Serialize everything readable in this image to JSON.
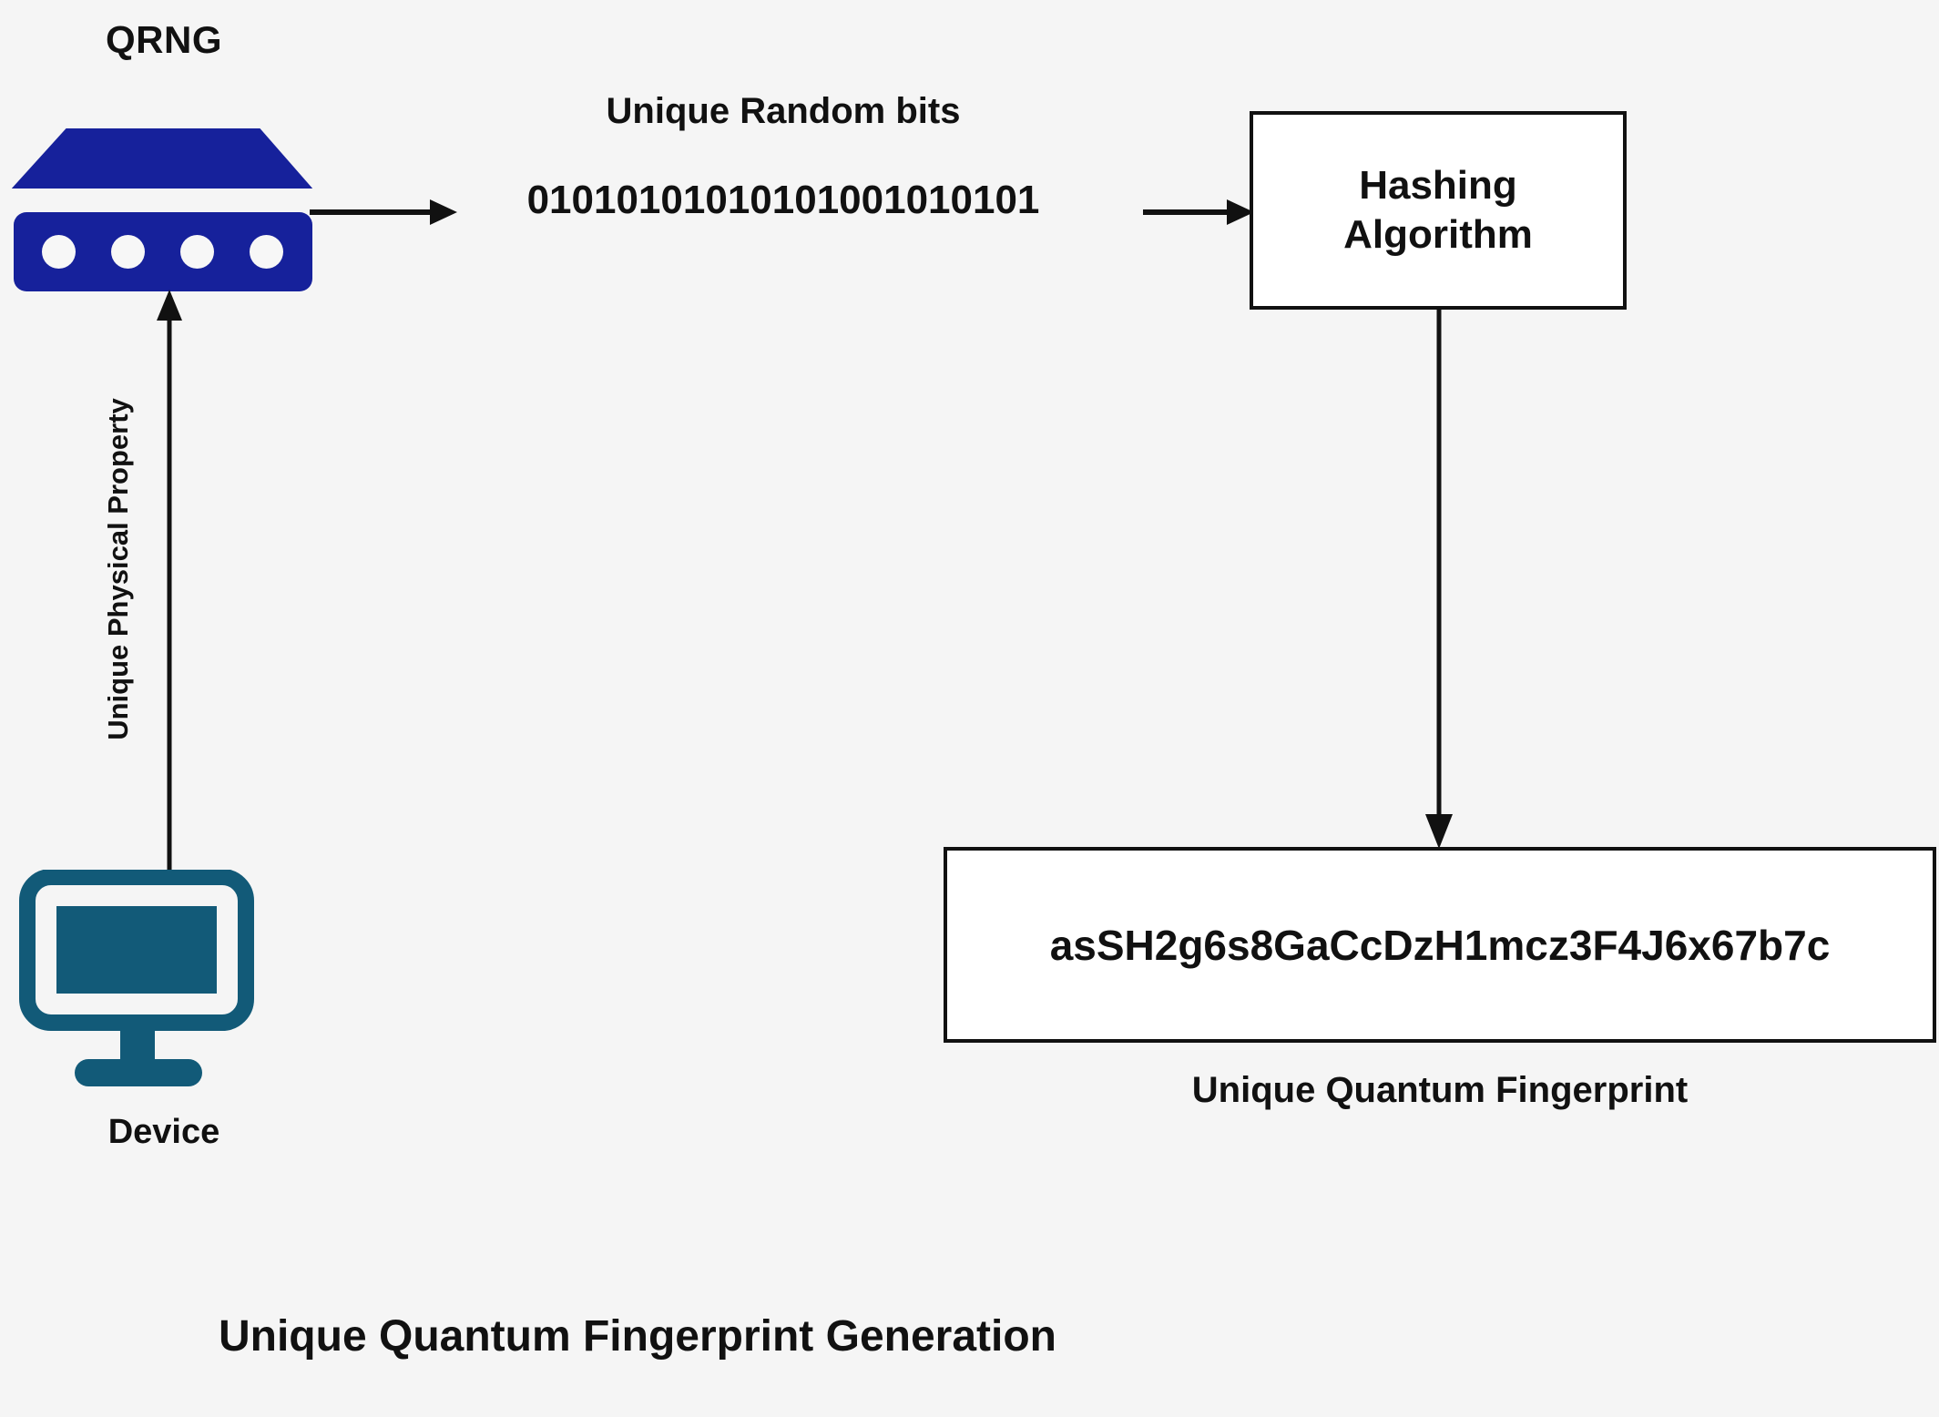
{
  "figure": {
    "title": "Unique Quantum Fingerprint Generation",
    "background_color": "#f5f5f5",
    "line_color": "#111111",
    "qrng_color": "#16219b",
    "device_color": "#125a78"
  },
  "qrng": {
    "label": "QRNG",
    "dot_count": 4,
    "top_shape": "trapezoid"
  },
  "device": {
    "label": "Device",
    "icon": "monitor-icon"
  },
  "edges": {
    "device_to_qrng_label": "Unique Physical Property",
    "qrng_to_bits": "arrow-right",
    "bits_to_hashing": "arrow-right",
    "hashing_to_fingerprint": "arrow-down"
  },
  "random_bits": {
    "title": "Unique Random bits",
    "value": "01010101010101001010101"
  },
  "hashing": {
    "line1": "Hashing",
    "line2": "Algorithm"
  },
  "fingerprint": {
    "value": "asSH2g6s8GaCcDzH1mcz3F4J6x67b7c",
    "caption": "Unique Quantum Fingerprint"
  }
}
